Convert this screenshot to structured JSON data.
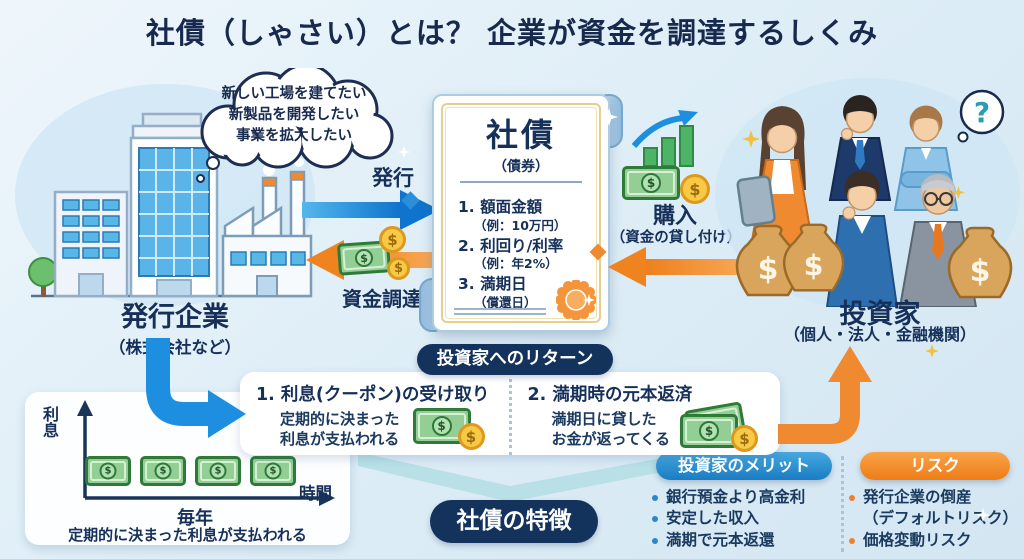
{
  "title": "社債（しゃさい）とは？ 企業が資金を調達するしくみ",
  "issuer": {
    "thought_lines": [
      "新しい工場を建てたい",
      "新製品を開発したい",
      "事業を拡大したい"
    ],
    "label": "発行企業",
    "sublabel": "（株式会社など）"
  },
  "flows": {
    "issue": "発行",
    "funding": "資金調達",
    "purchase": "購入",
    "purchase_note": "（資金の貸し付け）"
  },
  "bond_certificate": {
    "title": "社債",
    "subtitle": "（債券）",
    "items": [
      {
        "no": "1.",
        "label": "額面金額",
        "example": "（例：10万円）"
      },
      {
        "no": "2.",
        "label": "利回り/利率",
        "example": "（例：年2%）"
      },
      {
        "no": "3.",
        "label": "満期日",
        "example": "（償還日）"
      }
    ]
  },
  "investors": {
    "label": "投資家",
    "sublabel": "（個人・法人・金融機関）"
  },
  "returns": {
    "banner": "投資家へのリターン",
    "items": [
      {
        "no": "1.",
        "title": "利息(クーポン)の受け取り",
        "desc_line1": "定期的に決まった",
        "desc_line2": "利息が支払われる"
      },
      {
        "no": "2.",
        "title": "満期時の元本返済",
        "desc_line1": "満期日に貸した",
        "desc_line2": "お金が返ってくる"
      }
    ]
  },
  "interest_chart": {
    "type": "timeline",
    "y_axis_label": "利息",
    "x_axis_label": "時間",
    "interval_label": "毎年",
    "caption": "定期的に決まった利息が支払われる",
    "payment_count": 4
  },
  "features_badge": "社債の特徴",
  "merits": {
    "title": "投資家のメリット",
    "items": [
      "銀行預金より高金利",
      "安定した収入",
      "満期で元本返還"
    ]
  },
  "risks": {
    "title": "リスク",
    "items": [
      {
        "line1": "発行企業の倒産",
        "line2": "（デフォルトリスク）"
      },
      {
        "line1": "価格変動リスク",
        "line2": ""
      }
    ]
  },
  "icons": {
    "dollar": "$",
    "question": "?"
  },
  "colors": {
    "navy": "#16305a",
    "blue_arrow": "#1e8fe0",
    "orange_arrow": "#f28c2e",
    "badge_navy": "#13335d",
    "merit_blue": "#2491d6",
    "risk_orange": "#ee7d17",
    "bill_green": "#93cf95",
    "coin_yellow": "#f7c944"
  }
}
